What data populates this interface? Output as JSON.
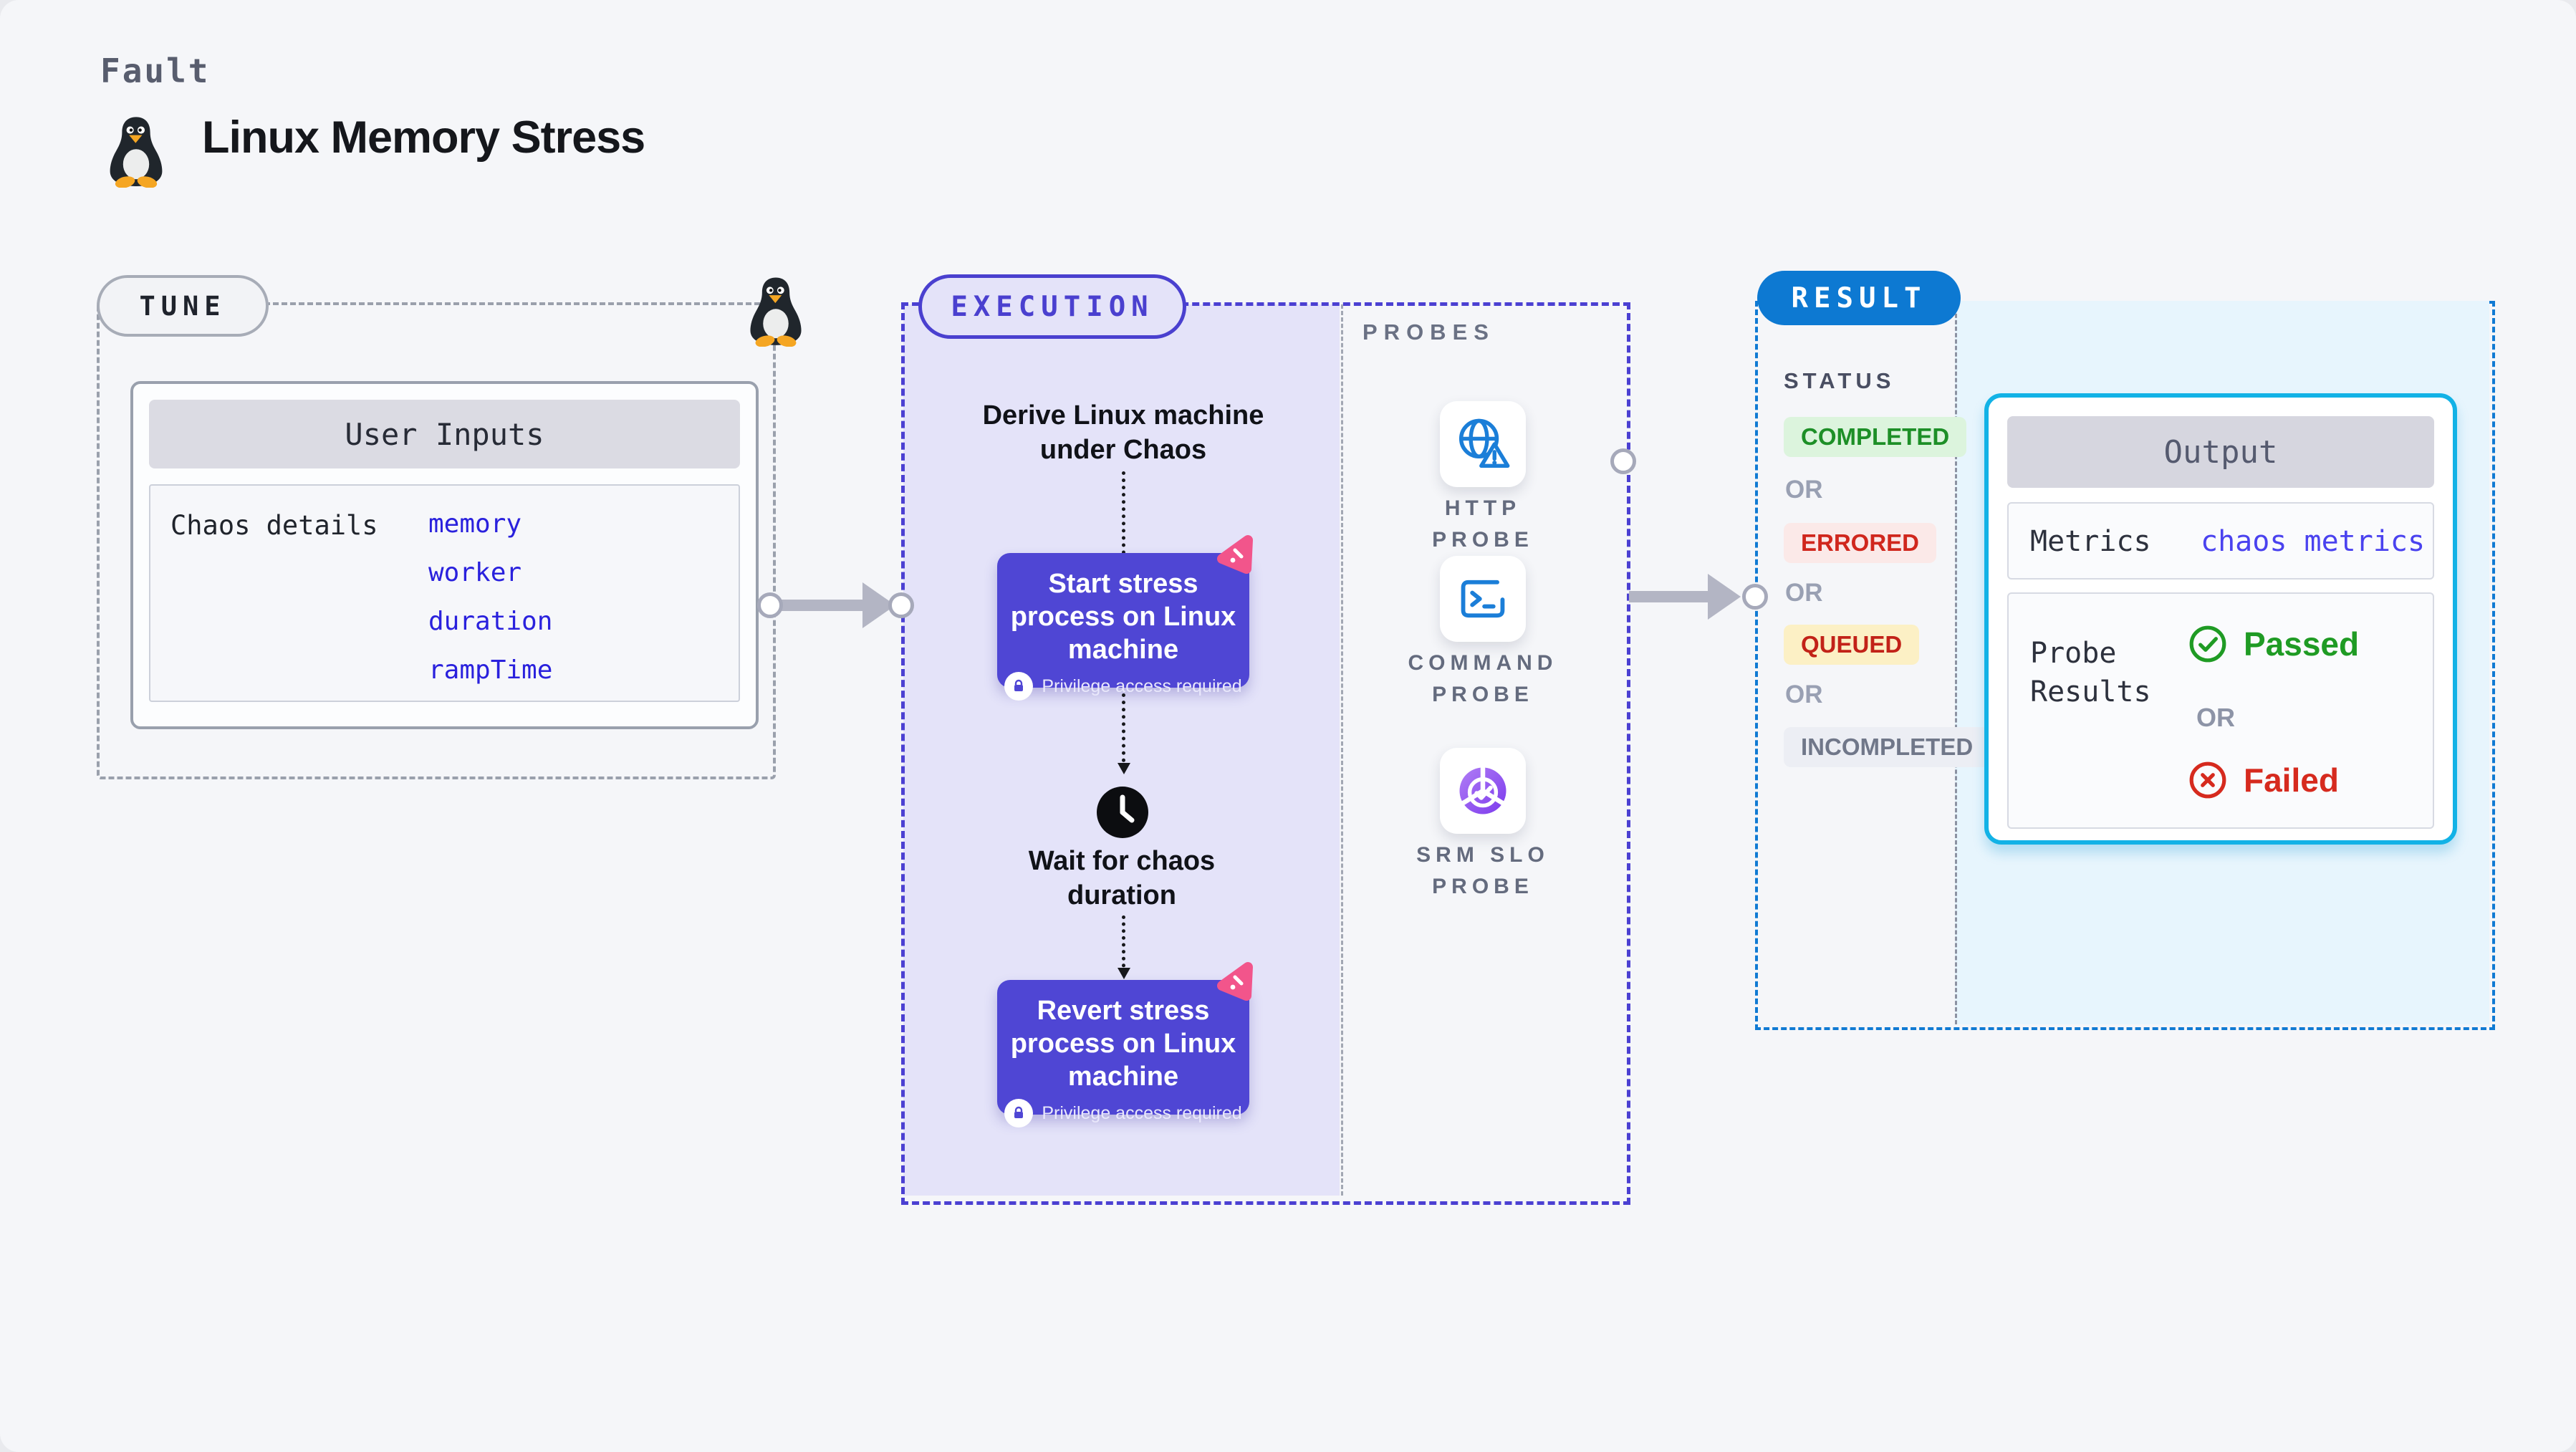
{
  "page": {
    "kicker": "Fault",
    "title": "Linux Memory Stress",
    "background": "#f5f6f9"
  },
  "tune": {
    "pill_label": "TUNE",
    "card_title": "User Inputs",
    "row_label": "Chaos details",
    "inputs": [
      "memory",
      "worker",
      "duration",
      "rampTime"
    ],
    "input_color": "#2a21dd"
  },
  "execution": {
    "pill_label": "EXECUTION",
    "derive_step": "Derive Linux machine under Chaos",
    "start_step": "Start stress process on Linux machine",
    "wait_step": "Wait for chaos duration",
    "revert_step": "Revert stress process on Linux machine",
    "privilege_note": "Privilege access required",
    "node_color": "#4f46d4",
    "badge_color": "#f2558b",
    "area_color": "#e4e3f9",
    "border_color": "#4b40d2"
  },
  "probes": {
    "heading": "PROBES",
    "items": [
      {
        "label": "HTTP PROBE",
        "icon": "globe-alert-icon"
      },
      {
        "label": "COMMAND PROBE",
        "icon": "terminal-icon"
      },
      {
        "label": "SRM SLO PROBE",
        "icon": "slo-donut-icon"
      }
    ],
    "icon_blue": "#1b7ed8",
    "icon_purple": "#7c3aed"
  },
  "result": {
    "pill_label": "RESULT",
    "pill_color": "#0d79d2",
    "status_heading": "STATUS",
    "or_label": "OR",
    "statuses": [
      {
        "label": "COMPLETED",
        "bg": "#dcf4dd",
        "color": "#1d8f27"
      },
      {
        "label": "ERRORED",
        "bg": "#fbe9e8",
        "color": "#d0271d"
      },
      {
        "label": "QUEUED",
        "bg": "#fcf0c5",
        "color": "#c22218"
      },
      {
        "label": "INCOMPLETED",
        "bg": "#eceef4",
        "color": "#707789"
      }
    ],
    "output": {
      "title": "Output",
      "metrics_label": "Metrics",
      "metrics_value": "chaos metrics",
      "probe_results_label": "Probe Results",
      "passed_label": "Passed",
      "failed_label": "Failed",
      "passed_color": "#1f9b24",
      "failed_color": "#d62a1e",
      "card_border": "#12b2e6"
    }
  }
}
